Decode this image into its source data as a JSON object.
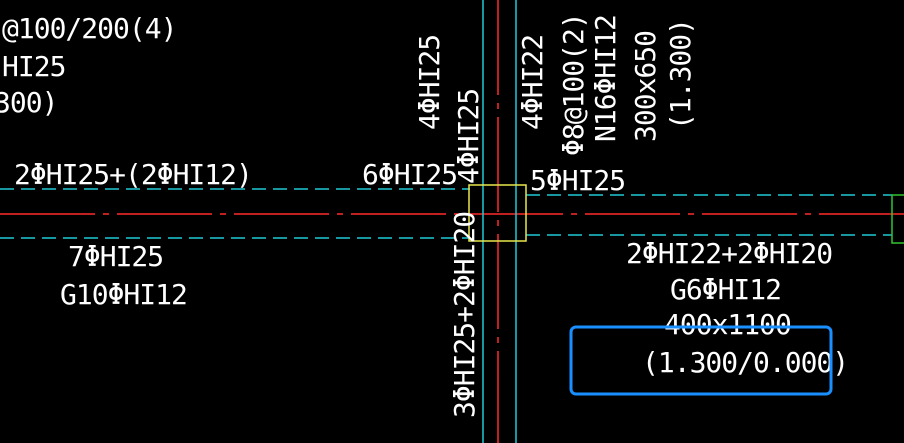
{
  "colors": {
    "background": "#000000",
    "text": "#ffffff",
    "axis_line": "#ff2a2a",
    "beam_edge_line": "#1fc9d6",
    "column_outline": "#e7e84a",
    "right_column_outline": "#31c631",
    "selection_box": "#1a8fff"
  },
  "top_left_annotation": {
    "line1": "@100/200(4)",
    "line2": "HI25",
    "line3": "300)"
  },
  "left_beam": {
    "top_rebar": "2ΦHI25+(2ΦHI12)",
    "support_rebar": "6ΦHI25",
    "bottom_rebar": "7ΦHI25",
    "side_rebar": "G10ΦHI12"
  },
  "vertical_beam_top": {
    "support_rebar_a": "4ΦHI25",
    "support_rebar_b": "4ΦHI25"
  },
  "vertical_beam_info": {
    "top_rebar": "4ΦHI22",
    "stirrup": "Φ8@100(2)",
    "side_rebar": "N16ΦHI12",
    "section": "300x650",
    "elevation": "(1.300)"
  },
  "right_beam": {
    "support_rebar": "5ΦHI25",
    "bottom_rebar": "2ΦHI22+2ΦHI20",
    "side_rebar": "G6ΦHI12",
    "section": "400x1100",
    "elevation": "(1.300/0.000)"
  },
  "vertical_beam_bottom": {
    "bottom_rebar": "3ΦHI25+2ΦHI20"
  }
}
